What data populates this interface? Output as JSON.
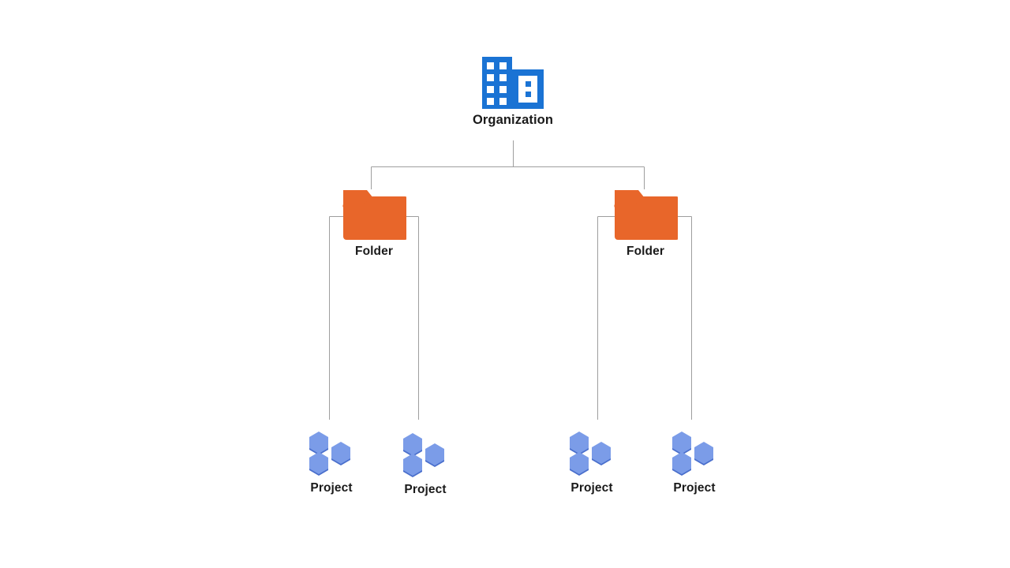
{
  "diagram": {
    "type": "hierarchy-tree",
    "background_color": "#ffffff",
    "connector_color": "#9e9e9e",
    "levels": 3,
    "nodes": {
      "organization": {
        "label": "Organization",
        "icon": "organization-building-icon",
        "color": "#1a73d4"
      },
      "folders": [
        {
          "label": "Folder",
          "icon": "folder-icon",
          "color": "#e8662a"
        },
        {
          "label": "Folder",
          "icon": "folder-icon",
          "color": "#e8662a"
        }
      ],
      "projects": [
        {
          "label": "Project",
          "icon": "project-hexagons-icon",
          "color": "#7b9ce8"
        },
        {
          "label": "Project",
          "icon": "project-hexagons-icon",
          "color": "#7b9ce8"
        },
        {
          "label": "Project",
          "icon": "project-hexagons-icon",
          "color": "#7b9ce8"
        },
        {
          "label": "Project",
          "icon": "project-hexagons-icon",
          "color": "#7b9ce8"
        }
      ]
    }
  }
}
